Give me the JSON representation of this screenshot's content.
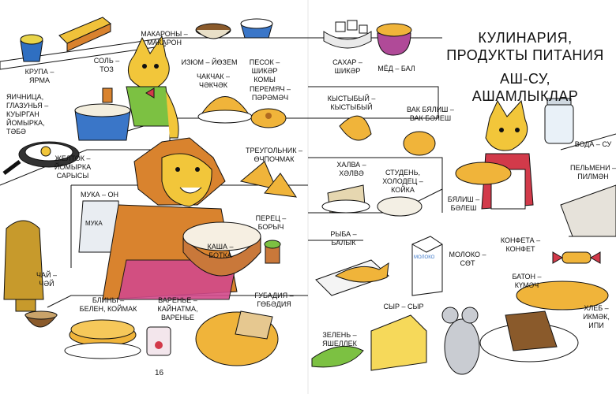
{
  "title": {
    "line1": "КУЛИНАРИЯ,",
    "line2": "ПРОДУКТЫ ПИТАНИЯ",
    "line3": "АШ-СУ,",
    "line4": "АШАМЛЫКЛАР"
  },
  "page_number": "16",
  "labels": {
    "krupa_1": "КРУПА –",
    "krupa_2": "ЯРМА",
    "makarony_1": "МАКАРОНЫ –",
    "makarony_2": "МАКАРОН",
    "sol_1": "СОЛЬ –",
    "sol_2": "ТОЗ",
    "izum": "ИЗЮМ – ЙӨЗЕМ",
    "pesok_1": "ПЕСОК –",
    "pesok_2": "ШИКӘР",
    "pesok_3": "КОМЫ",
    "sahar_1": "САХАР –",
    "sahar_2": "ШИКӘР",
    "med": "МЁД – БАЛ",
    "yaichnica_1": "ЯИЧНИЦА,",
    "yaichnica_2": "ГЛАЗУНЬЯ –",
    "yaichnica_3": "КУЫРГАН",
    "yaichnica_4": "ЙОМЫРКА,",
    "yaichnica_5": "ТӘБӘ",
    "chakchak_1": "ЧАКЧАК –",
    "chakchak_2": "ЧӘКЧӘК",
    "peremyach_1": "ПЕРЕМЯЧ –",
    "peremyach_2": "ПӘРӘМӘЧ",
    "kystyby_1": "КЫСТЫБЫЙ –",
    "kystyby_2": "КЫСТЫБЫЙ",
    "vak_belish_1": "ВАК БЯЛИШ –",
    "vak_belish_2": "ВАК БӘЛЕШ",
    "voda": "ВОДА – СУ",
    "zheltok_1": "ЖЕЛТОК –",
    "zheltok_2": "ЙОМЫРКА",
    "zheltok_3": "САРЫСЫ",
    "treugolnik_1": "ТРЕУГОЛЬНИК –",
    "treugolnik_2": "ӨЧПОЧМАК",
    "halva_1": "ХАЛВА –",
    "halva_2": "ХӘЛВӘ",
    "studen_1": "СТУДЕНЬ,",
    "studen_2": "ХОЛОДЕЦ –",
    "studen_3": "КОЙКА",
    "pelmeni_1": "ПЕЛЬМЕНИ –",
    "pelmeni_2": "ПИЛМӘН",
    "muka": "МУКА – ОН",
    "belish_1": "БЯЛИШ –",
    "belish_2": "БӘЛЕШ",
    "perec_1": "ПЕРЕЦ –",
    "perec_2": "БОРЫЧ",
    "ryba_1": "РЫБА –",
    "ryba_2": "БАЛЫК",
    "kasha_1": "КАША –",
    "kasha_2": "БОТКА",
    "moloko_1": "МОЛОКО –",
    "moloko_2": "СӨТ",
    "konfeta_1": "КОНФЕТА –",
    "konfeta_2": "КОНФЕТ",
    "chai_1": "ЧАЙ –",
    "chai_2": "ЧӘЙ",
    "guvadiya_1": "ГУБАДИЯ –",
    "guvadiya_2": "ГӨБӘДИЯ",
    "baton_1": "БАТОН –",
    "baton_2": "КҮМӘЧ",
    "bliny_1": "БЛИНЫ –",
    "bliny_2": "БЕЛЕН, КОЙМАК",
    "varene_1": "ВАРЕНЬЕ –",
    "varene_2": "КАЙНАТМА,",
    "varene_3": "ВАРЕНЬЕ",
    "syr": "СЫР – СЫР",
    "hleb_1": "ХЛЕБ –",
    "hleb_2": "ИКМӘК,",
    "hleb_3": "ИПИ",
    "zelen_1": "ЗЕЛЕНЬ –",
    "zelen_2": "ЯШЕЛЛЕК"
  },
  "packaging_text": {
    "flour_bag": "МУКА",
    "milk_carton": "МОЛОКО"
  },
  "colors": {
    "outline": "#111111",
    "cat_yellow": "#f2c63a",
    "pastry": "#f0b43a",
    "kerchief": "#d9832e",
    "dress_green": "#7cc142",
    "bowl_brown": "#c9783a",
    "samovar": "#c79a2c",
    "milk_blue": "#3a76c8",
    "cheese": "#f6d95a",
    "jam_red": "#d23a4a"
  }
}
